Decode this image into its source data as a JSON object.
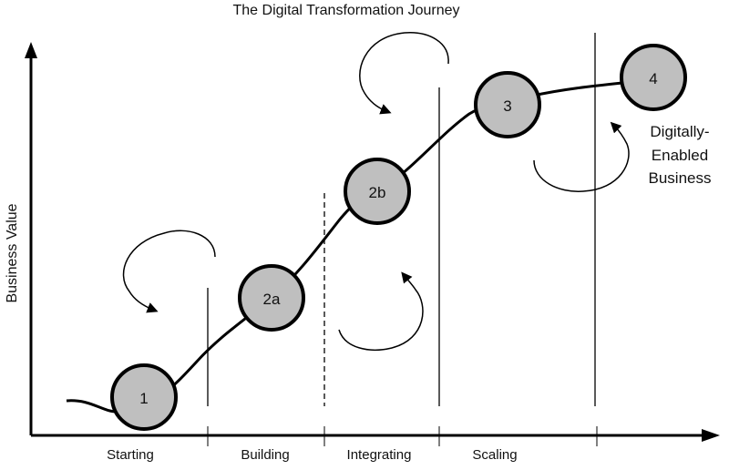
{
  "title": "The Digital Transformation Journey",
  "y_axis_label": "Business Value",
  "phases": [
    {
      "label": "Starting"
    },
    {
      "label": "Building"
    },
    {
      "label": "Integrating"
    },
    {
      "label": "Scaling"
    }
  ],
  "milestones": [
    {
      "label": "1"
    },
    {
      "label": "2a"
    },
    {
      "label": "2b"
    },
    {
      "label": "3"
    },
    {
      "label": "4"
    }
  ],
  "end_note": [
    "Digitally-",
    "Enabled",
    "Business"
  ],
  "colors": {
    "milestone_fill": "#bfbfbf",
    "stroke": "#000000"
  }
}
